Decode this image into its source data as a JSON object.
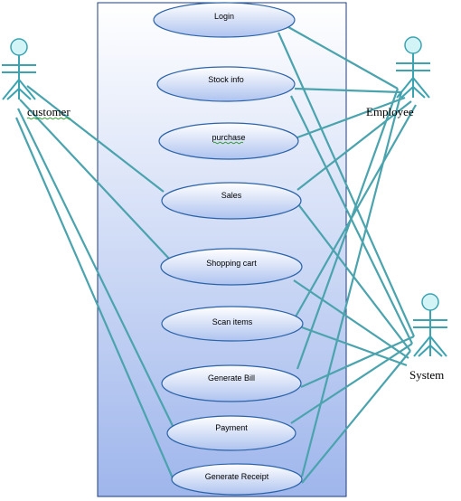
{
  "actors": [
    {
      "id": "customer",
      "label": "customer",
      "underline": true,
      "icon": "stick-figure-icon"
    },
    {
      "id": "employee",
      "label": "Employee",
      "underline": false,
      "icon": "stick-figure-icon"
    },
    {
      "id": "system",
      "label": "System",
      "underline": false,
      "icon": "stick-figure-icon"
    }
  ],
  "use_cases": [
    {
      "id": "login",
      "label": "Login"
    },
    {
      "id": "stock-info",
      "label": "Stock info"
    },
    {
      "id": "purchase",
      "label": "purchase"
    },
    {
      "id": "sales",
      "label": "Sales"
    },
    {
      "id": "shopping-cart",
      "label": "Shopping cart"
    },
    {
      "id": "scan-items",
      "label": "Scan items"
    },
    {
      "id": "generate-bill",
      "label": "Generate Bill"
    },
    {
      "id": "payment",
      "label": "Payment"
    },
    {
      "id": "generate-receipt",
      "label": "Generate Receipt"
    }
  ],
  "associations": [
    [
      "customer",
      "sales"
    ],
    [
      "customer",
      "shopping-cart"
    ],
    [
      "customer",
      "payment"
    ],
    [
      "customer",
      "generate-receipt"
    ],
    [
      "employee",
      "login"
    ],
    [
      "employee",
      "stock-info"
    ],
    [
      "employee",
      "purchase"
    ],
    [
      "employee",
      "sales"
    ],
    [
      "employee",
      "scan-items"
    ],
    [
      "employee",
      "generate-bill"
    ],
    [
      "employee",
      "generate-receipt"
    ],
    [
      "system",
      "login"
    ],
    [
      "system",
      "stock-info"
    ],
    [
      "system",
      "sales"
    ],
    [
      "system",
      "shopping-cart"
    ],
    [
      "system",
      "scan-items"
    ],
    [
      "system",
      "generate-bill"
    ],
    [
      "system",
      "payment"
    ],
    [
      "system",
      "generate-receipt"
    ]
  ],
  "colors": {
    "boundary_top": "#ffffff",
    "boundary_bottom": "#9fb6ec",
    "usecase_fill_top": "#ffffff",
    "usecase_fill_bottom": "#aec3ef",
    "usecase_stroke": "#2c63a8",
    "association": "#4aa3ad",
    "actor": "#3ca3b0",
    "spellcheck_underline": "#2f9b2f"
  }
}
